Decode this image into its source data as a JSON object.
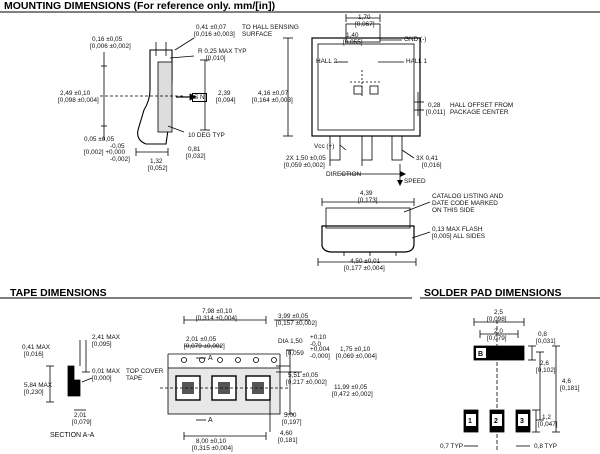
{
  "mounting": {
    "title": "MOUNTING DIMENSIONS (For reference only. mm/[in])",
    "labels": {
      "a1": "0,16 ±0,05",
      "a1b": "[0,006 ±0,002]",
      "a2": "0,41 ±0,07",
      "a2b": "[0,016 ±0,003]",
      "a2c": "TO HALL SENSING",
      "a2d": "SURFACE",
      "r1": "R 0,25 MAX TYP",
      "r1b": "[0,010]",
      "b1": "2,49 ±0,10",
      "b1b": "[0,098 ±0,004]",
      "sn": "S N",
      "c1": "2,39",
      "c1b": "[0,094]",
      "deg": "10 DEG TYP",
      "d1": "0,05 ±0,05",
      "d1b": "-0,05",
      "d1c": "[0,002] +0,000",
      "d1d": "-0,002]",
      "e1": "0,81",
      "e1b": "[0,032]",
      "f1": "1,32",
      "f1b": "[0,052]",
      "g1": "1,70",
      "g1b": "[0,067]",
      "g2": "1,40",
      "g2b": "[0,055]",
      "gnd": "GND (-)",
      "hall2": "HALL 2",
      "hall1": "HALL 1",
      "h1": "4,16 ±0,07",
      "h1b": "[0,164 ±0,003]",
      "ho1": "0,28",
      "ho1b": "[0,011]",
      "ho2": "HALL OFFSET FROM",
      "ho3": "PACKAGE CENTER",
      "vcc": "Vcc (+)",
      "p1": "2X 1,50 ±0,05",
      "p1b": "[0,059 ±0,002]",
      "w1": "3X 0,41",
      "w1b": "[0,016]",
      "direction": "DIRECTION",
      "speed": "SPEED",
      "k1": "4,39",
      "k1b": "[0,173]",
      "cat1": "CATALOG LISTING AND",
      "cat2": "DATE CODE MARKED",
      "cat3": "ON THIS SIDE",
      "fl1": "0,13  MAX FLASH",
      "fl2": "[0,005] ALL SIDES",
      "m1": "4,50 ±0,01",
      "m1b": "[0,177 ±0,004]"
    }
  },
  "tape": {
    "title": "TAPE DIMENSIONS",
    "labels": {
      "t1": "0,41 MAX",
      "t1b": "[0,016]",
      "t2": "2,41 MAX",
      "t2b": "[0,095]",
      "t3": "0,01 MAX",
      "t3b": "[0,000]",
      "cover1": "TOP COVER",
      "cover2": "TAPE",
      "t4": "5,84 MAX",
      "t4b": "[0,230]",
      "t5": "2,01",
      "t5b": "[0,079]",
      "section": "SECTION A-A",
      "u1": "7,98 ±0,10",
      "u1b": "[0,314 ±0,004]",
      "u2": "3,99 ±0,05",
      "u2b": "[0,157 ±0,002]",
      "u3": "2,01 ±0,05",
      "u3b": "[0,079 ±0,002]",
      "dia1": "DIA 1,50",
      "dia1b": "+0,10",
      "dia1c": "-0,0",
      "dia2": "[0,059",
      "dia2b": "+0,004",
      "dia2c": "-0,000]",
      "u4": "1,75 ±0,10",
      "u4b": "[0,069 ±0,004]",
      "u5": "5,51 ±0,05",
      "u5b": "[0,217 ±0,002]",
      "u6": "11,99 ±0,05",
      "u6b": "[0,472 ±0,002]",
      "u7": "5,00",
      "u7b": "[0,197]",
      "u8": "4,60",
      "u8b": "[0,181]",
      "u9": "8,00 ±0,10",
      "u9b": "[0,315 ±0,004]",
      "sa1": "A",
      "sa2": "A"
    }
  },
  "solder": {
    "title": "SOLDER PAD DIMENSIONS",
    "labels": {
      "s1": "2,5",
      "s1b": "[0,098]",
      "s2": "2,0",
      "s2b": "[0,079]",
      "s3": "0,8",
      "s3b": "[0,031]",
      "s4": "2,6",
      "s4b": "[0,102]",
      "s5": "4,6",
      "s5b": "[0,181]",
      "s6": "1,2",
      "s6b": "[0,047]",
      "s7": "0,7 TYP",
      "s8": "0,8 TYP",
      "pad_b": "B",
      "pad_1": "1",
      "pad_2": "2",
      "pad_3": "3"
    }
  }
}
